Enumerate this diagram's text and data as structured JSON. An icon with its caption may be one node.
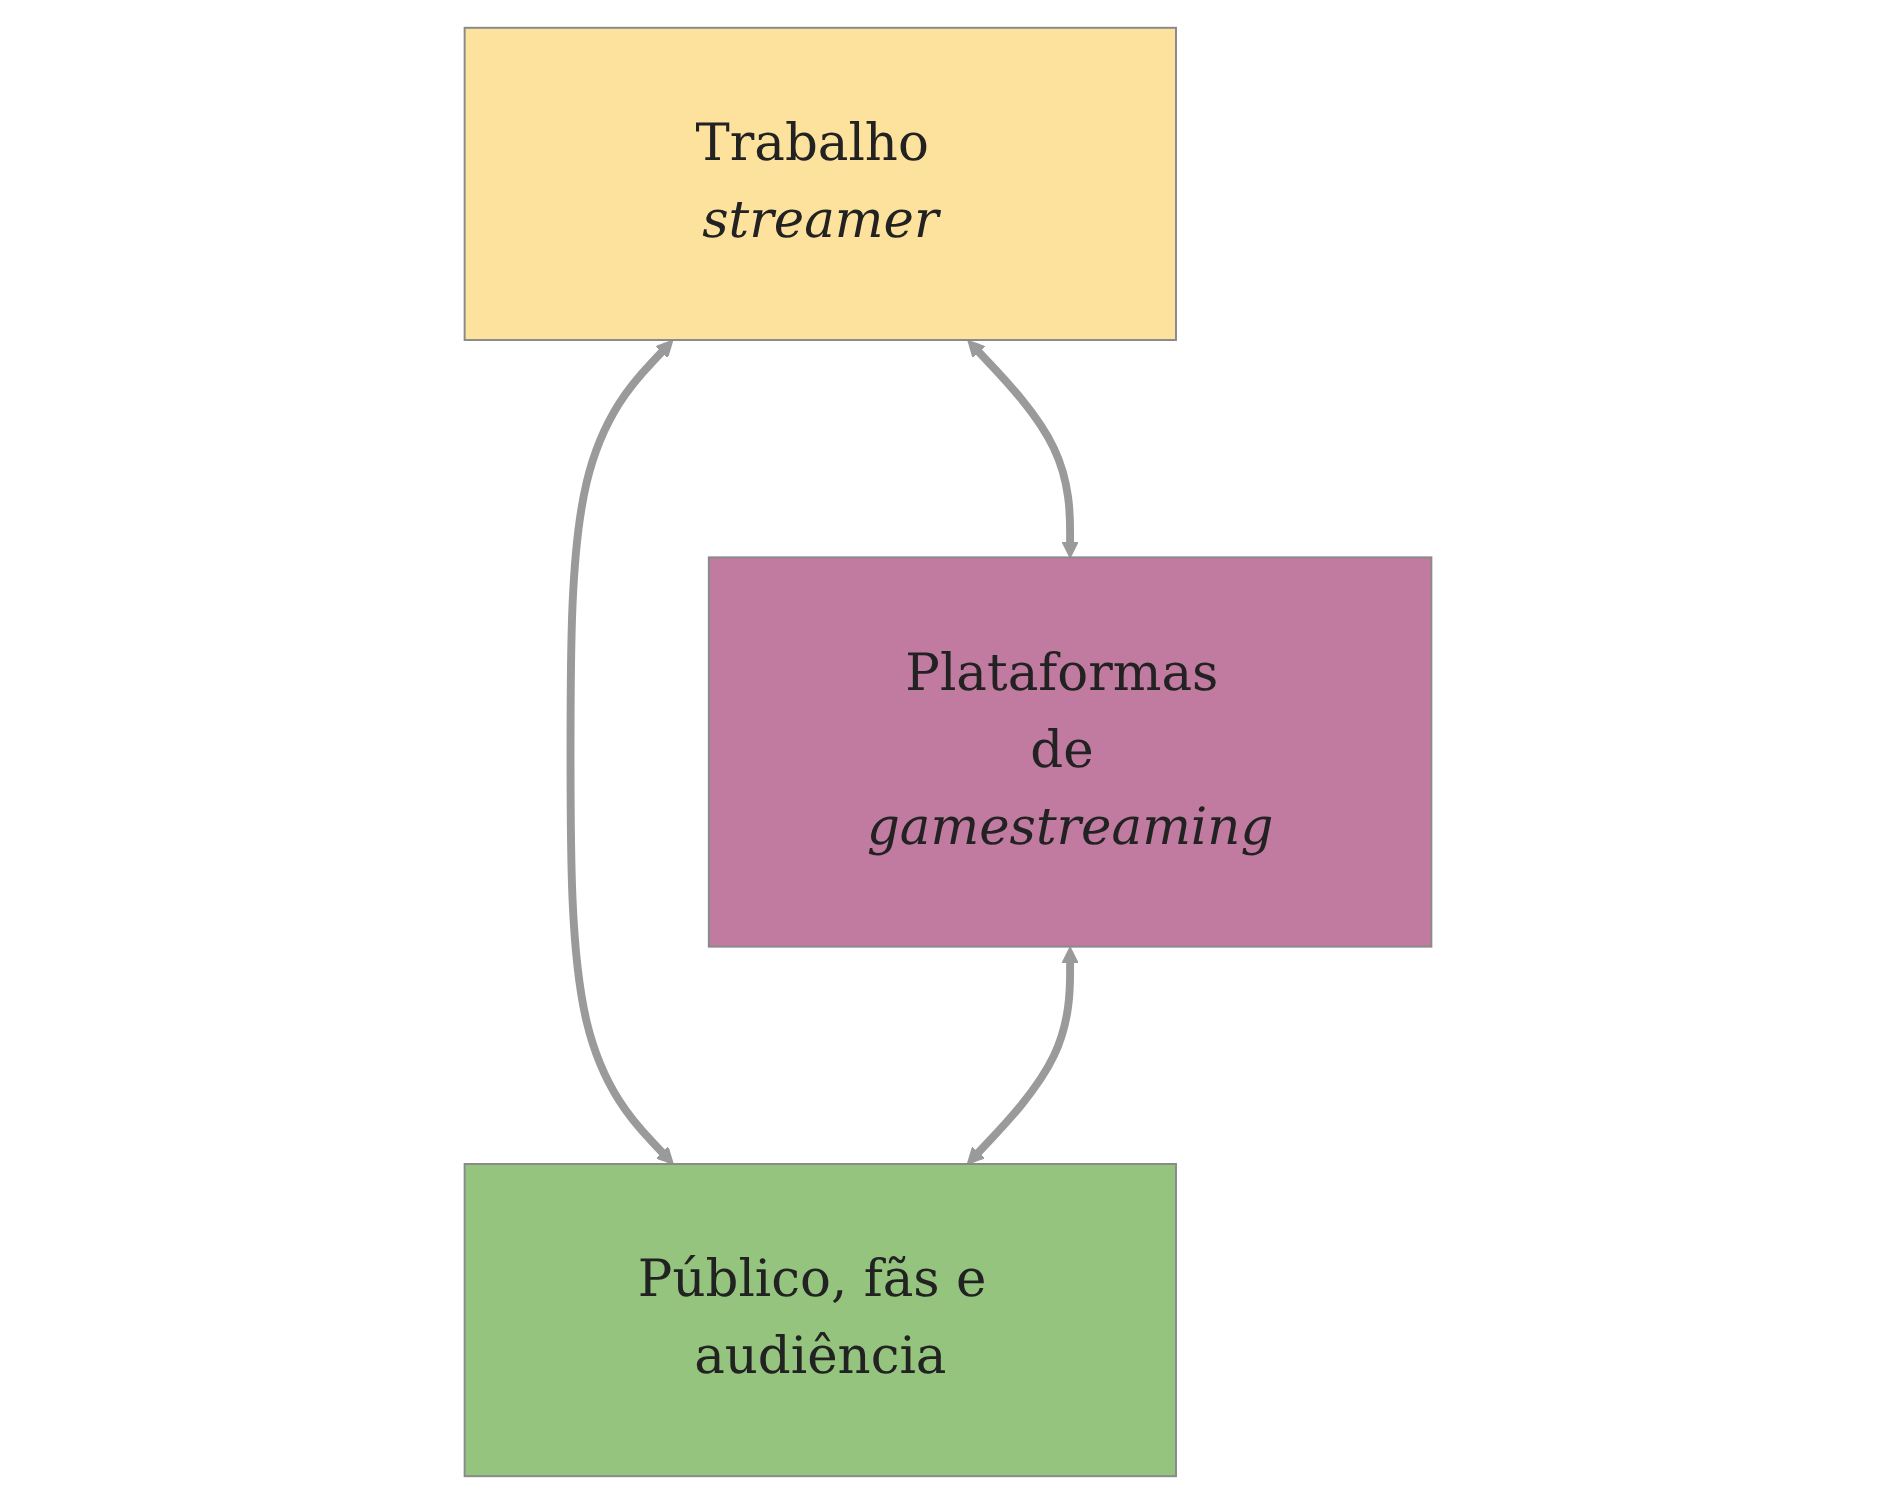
{
  "diagram": {
    "nodes": [
      {
        "text": [
          "Trabalho *streamer*"
        ]
      },
      {
        "text": [
          "Plataformas de *gamestreaming*"
        ]
      },
      {
        "text": [
          "Público, fãs e audiência"
        ]
      }
    ],
    "edges": [
      {
        "from": 0,
        "to": 1,
        "arrow": "both"
      },
      {
        "from": 0,
        "to": 2,
        "arrow": "both"
      },
      {
        "from": 1,
        "to": 2,
        "arrow": "both"
      }
    ]
  }
}
